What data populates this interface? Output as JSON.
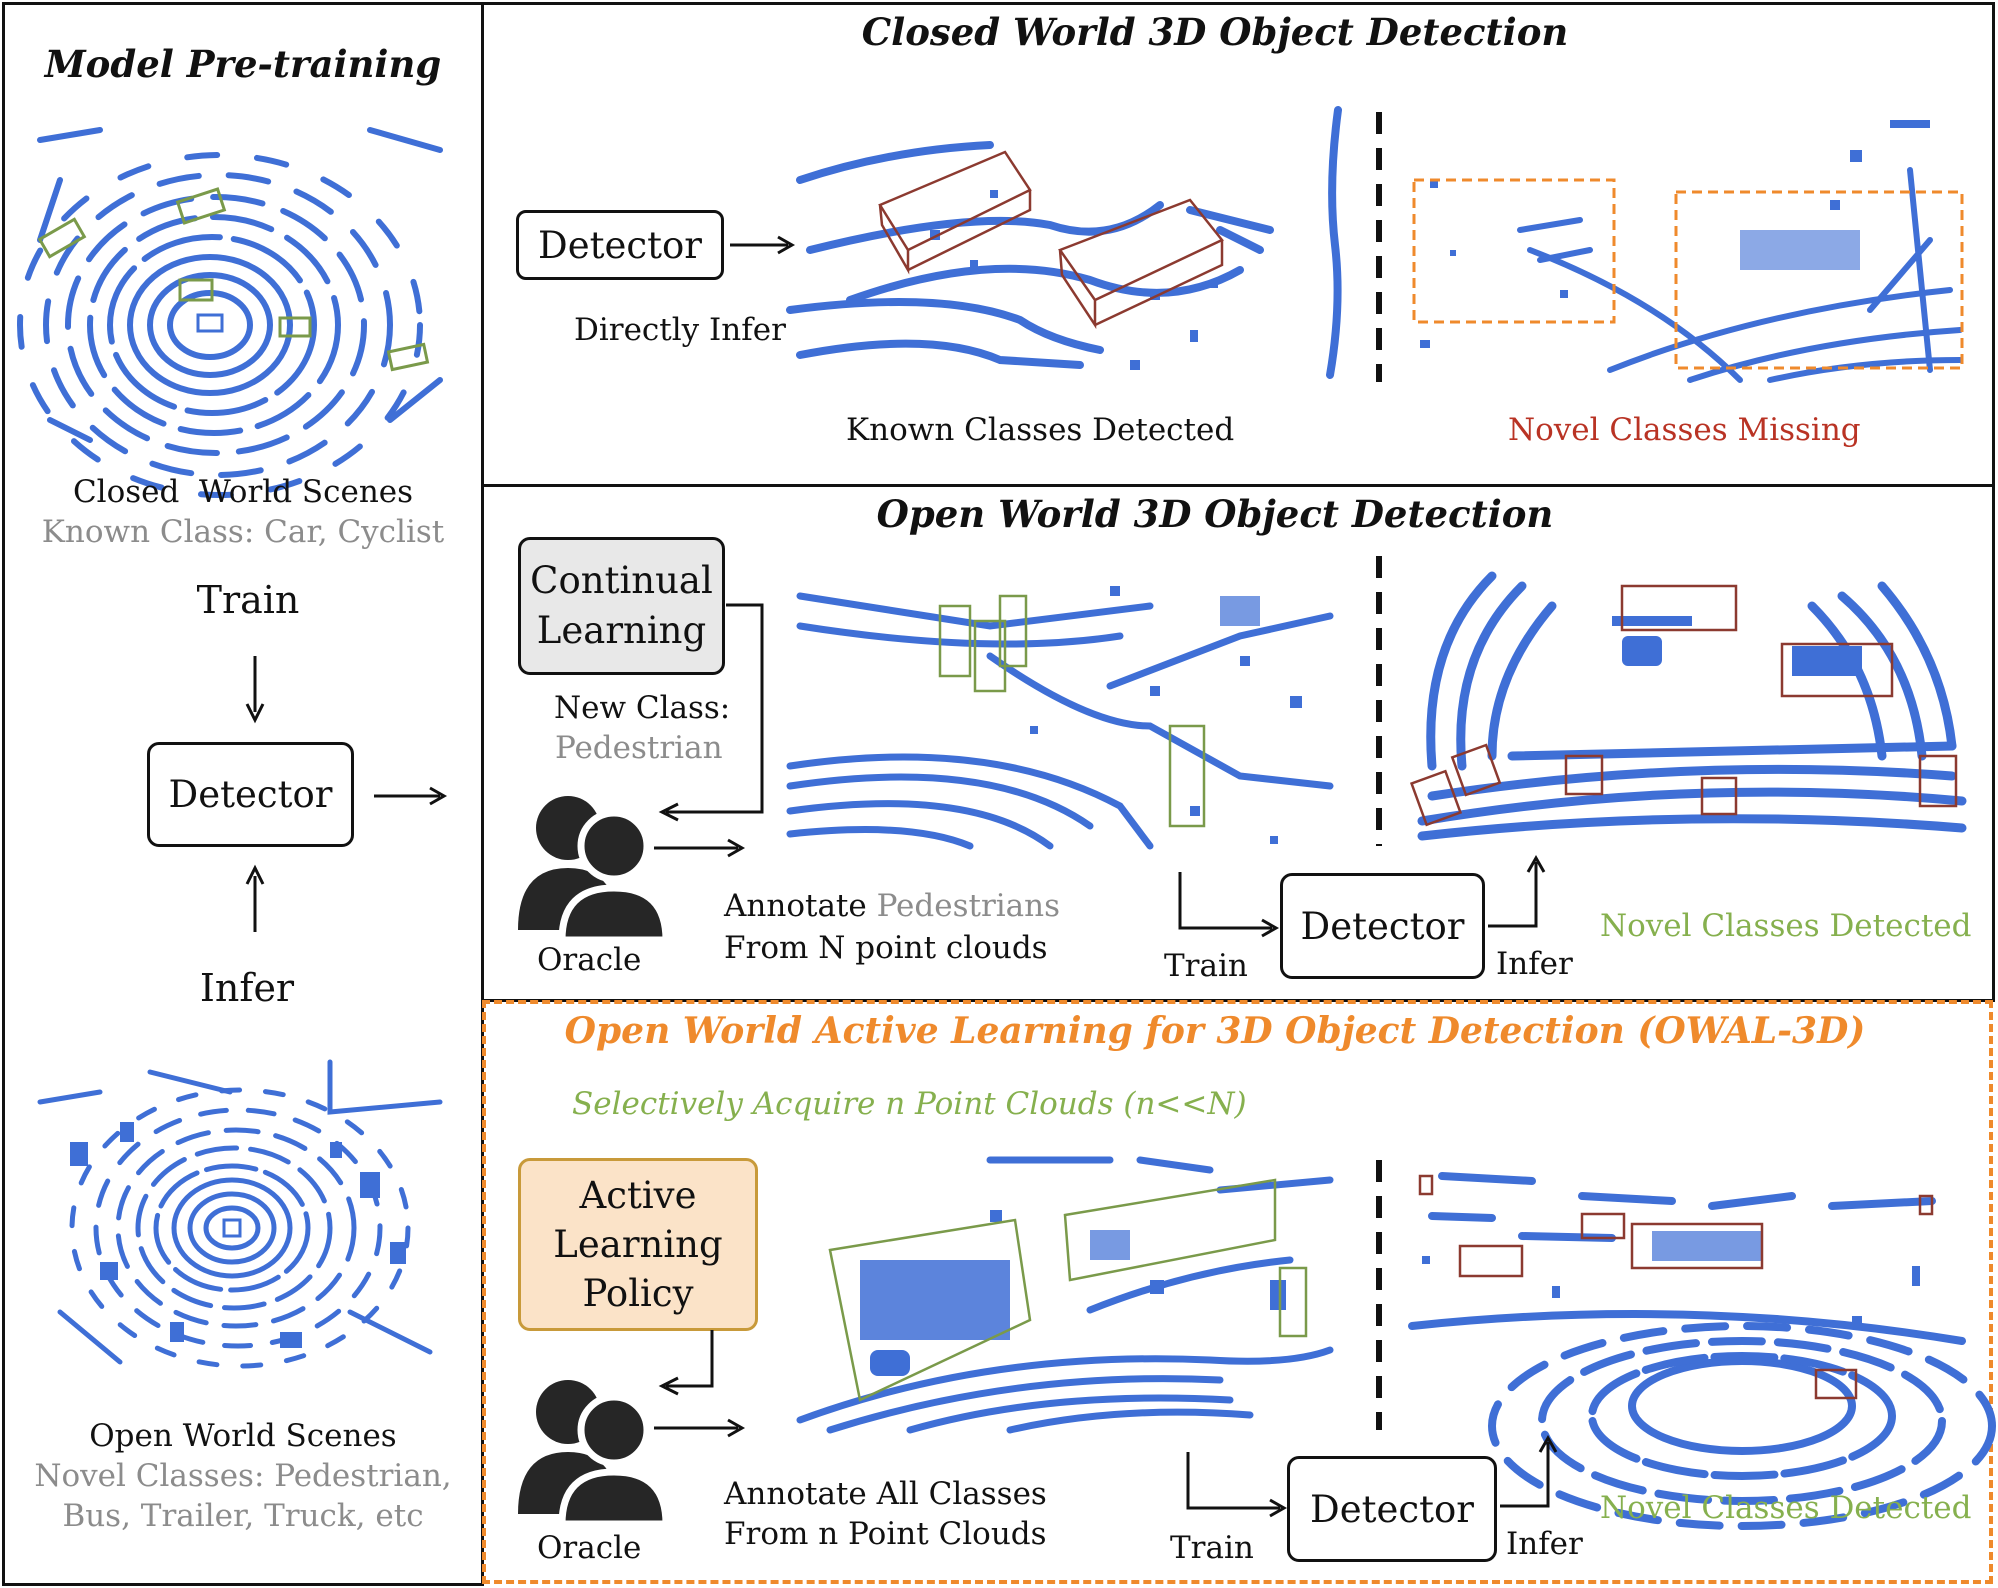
{
  "left_panel": {
    "title": "Model Pre-training",
    "closed_scenes_label": "Closed  World Scenes",
    "known_class_text": "Known Class: Car, Cyclist",
    "train_label": "Train",
    "detector_label": "Detector",
    "infer_label": "Infer",
    "open_scenes_label": "Open World Scenes",
    "novel_classes_line1": "Novel Classes: Pedestrian,",
    "novel_classes_line2": "Bus, Trailer, Truck, etc"
  },
  "closed_world": {
    "title": "Closed World 3D Object Detection",
    "detector_label": "Detector",
    "directly_infer_label": "Directly Infer",
    "known_detected_label": "Known Classes Detected",
    "novel_missing_label": "Novel Classes Missing"
  },
  "open_world": {
    "title": "Open World 3D Object Detection",
    "continual_learning_line1": "Continual",
    "continual_learning_line2": "Learning",
    "new_class_label": "New Class:",
    "new_class_value": "Pedestrian",
    "oracle_label": "Oracle",
    "annotate_prefix": "Annotate ",
    "annotate_highlight": "Pedestrians",
    "annotate_line2": "From N point clouds",
    "train_label": "Train",
    "detector_label": "Detector",
    "infer_label": "Infer",
    "novel_detected_label": "Novel Classes Detected"
  },
  "owal": {
    "title": "Open World Active Learning for 3D Object Detection (OWAL-3D)",
    "subtitle": "Selectively Acquire n Point Clouds (n<<N)",
    "policy_line1": "Active",
    "policy_line2": "Learning",
    "policy_line3": "Policy",
    "oracle_label": "Oracle",
    "annotate_line1": "Annotate All Classes",
    "annotate_line2": "From n Point Clouds",
    "train_label": "Train",
    "detector_label": "Detector",
    "infer_label": "Infer",
    "novel_detected_label": "Novel Classes Detected"
  },
  "colors": {
    "point_cloud": "#3f6fd6",
    "known_box": "#7a9a4a",
    "novel_box": "#8c3a30",
    "dashed_frame": "#ef8a2c",
    "gray_text": "#8c8c8c",
    "green_text": "#86b04e",
    "red_text": "#b93324",
    "policy_fill": "#fbe3c8"
  }
}
